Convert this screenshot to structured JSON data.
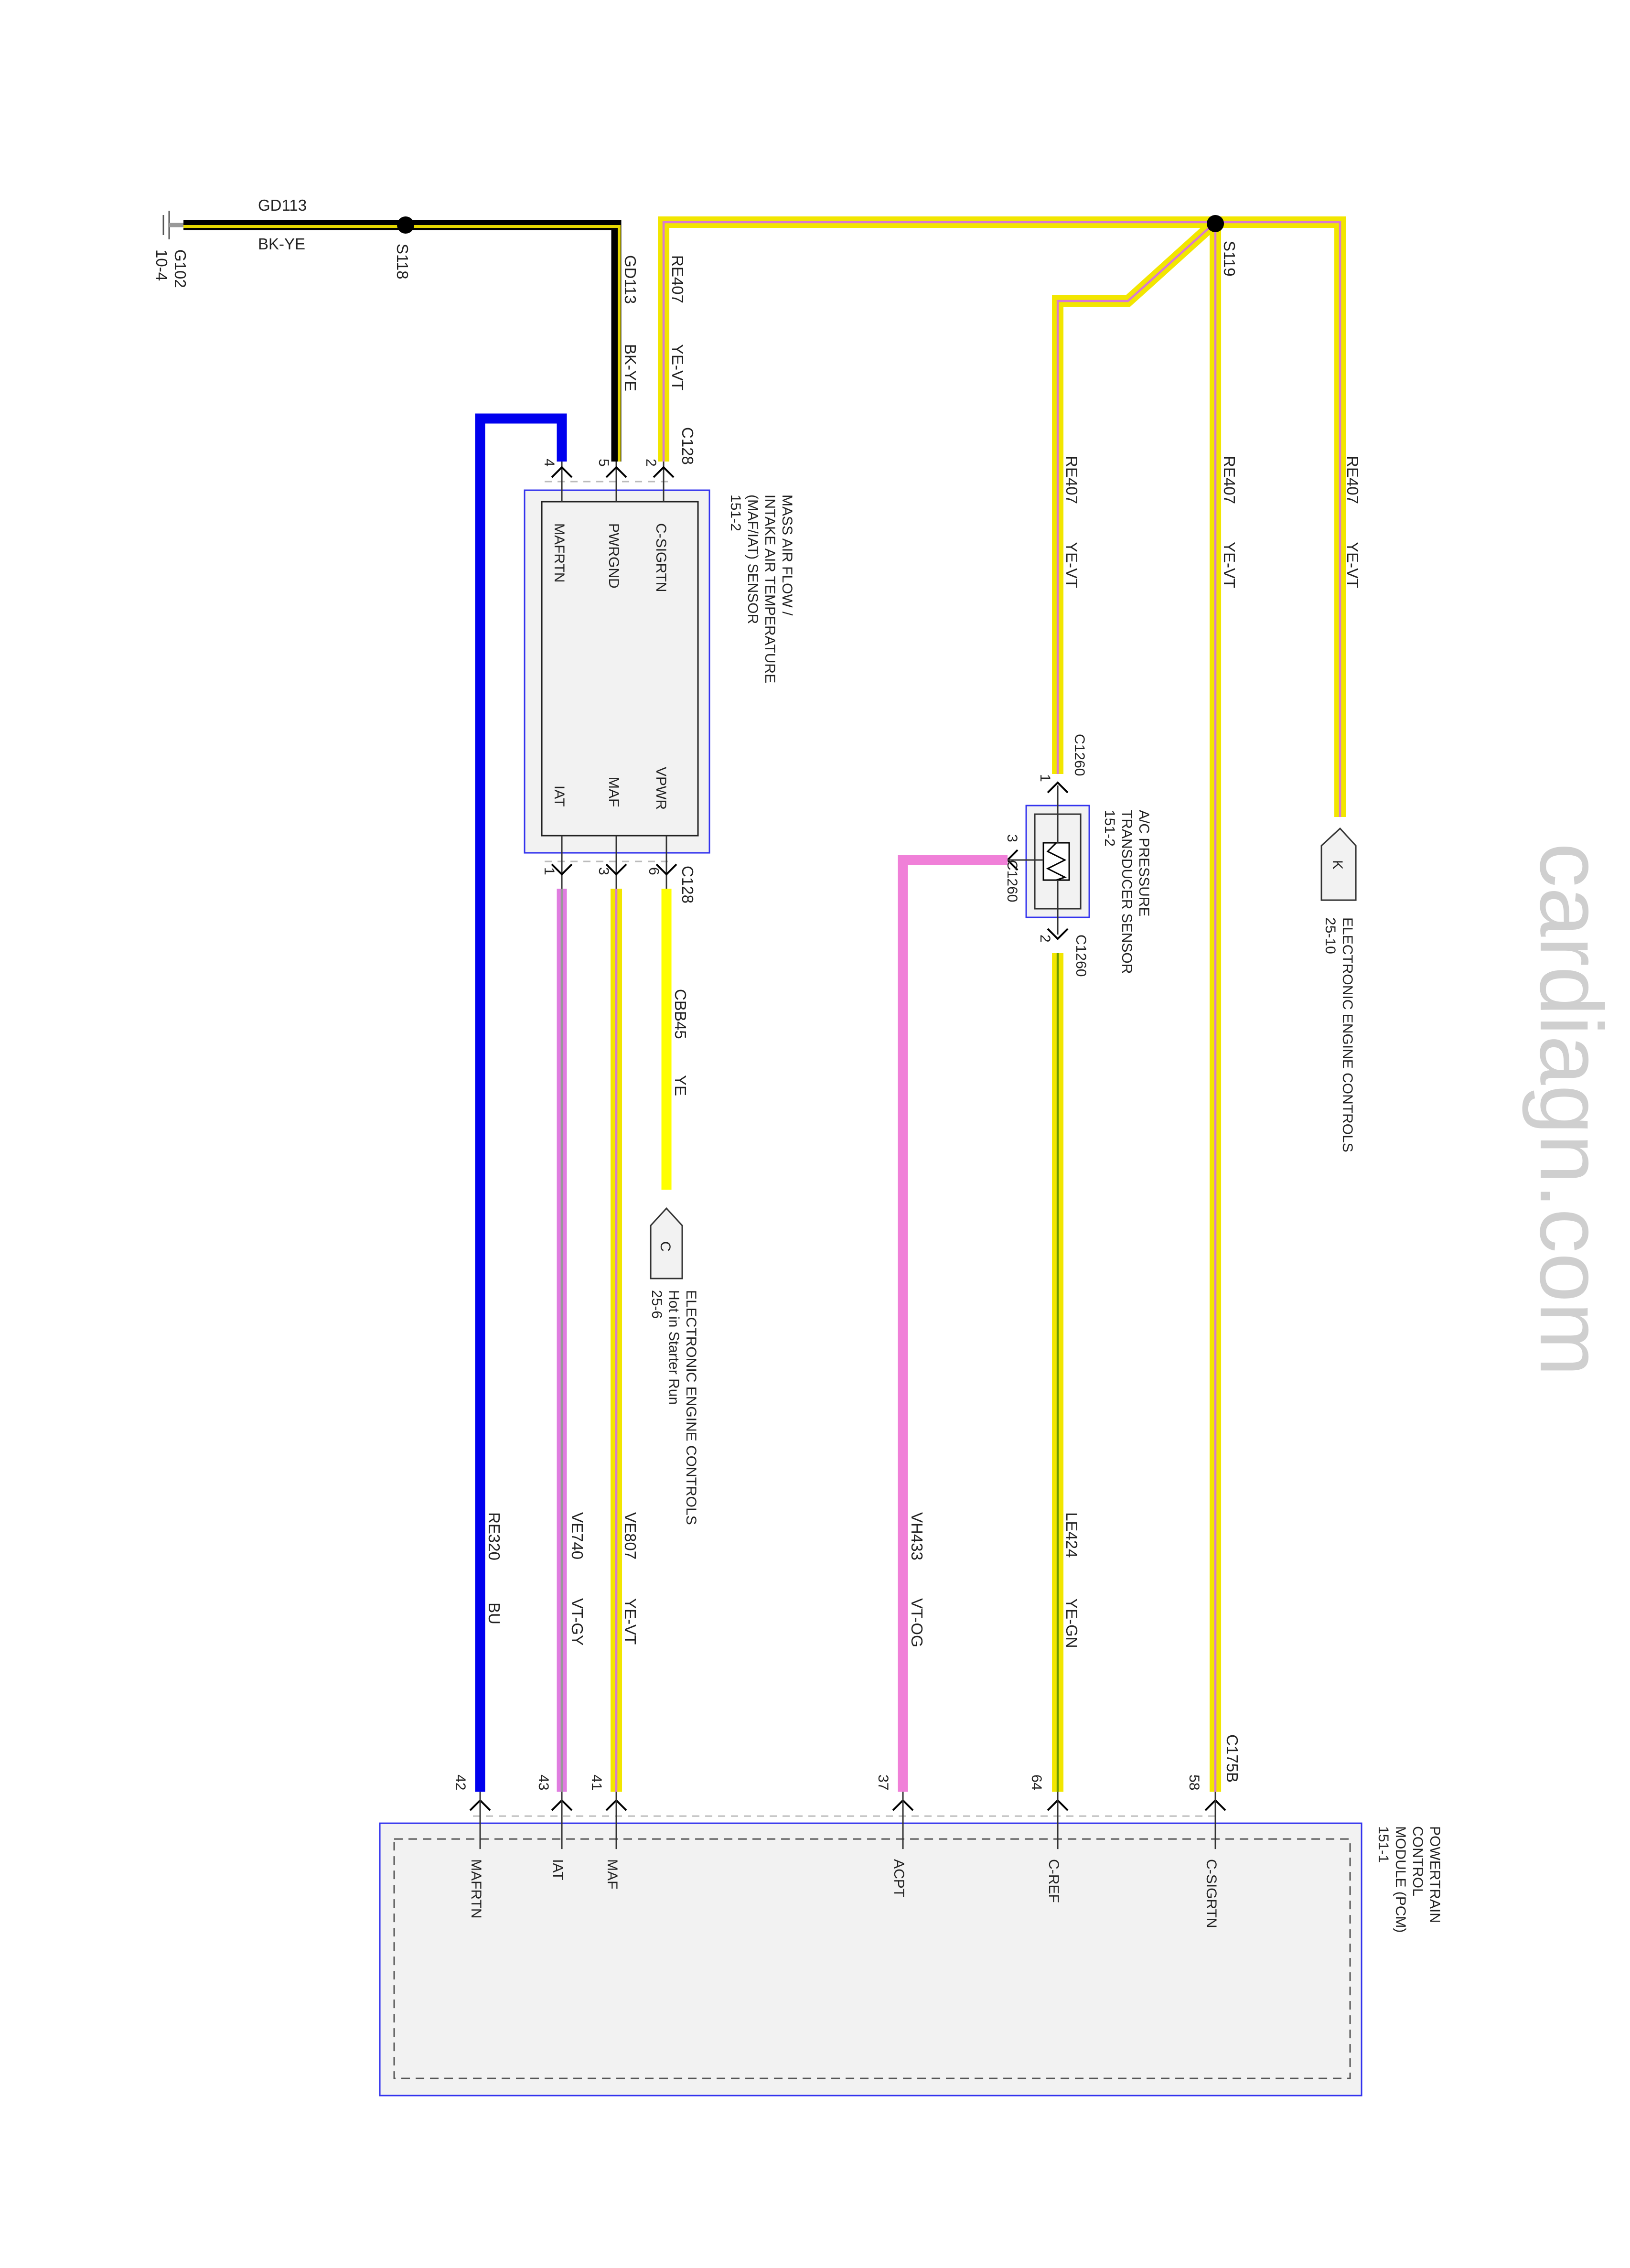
{
  "ground": {
    "name": "G102",
    "ref": "10-4"
  },
  "splices": {
    "s118": "S118",
    "s119": "S119"
  },
  "wires": {
    "gd113_top": {
      "circuit": "GD113",
      "color": "BK-YE"
    },
    "gd113_vert": {
      "circuit": "GD113",
      "color": "BK-YE"
    },
    "re407_maf": {
      "circuit": "RE407",
      "color": "YE-VT"
    },
    "re407_ac": {
      "circuit": "RE407",
      "color": "YE-VT"
    },
    "re407_pcm": {
      "circuit": "RE407",
      "color": "YE-VT"
    },
    "re407_k": {
      "circuit": "RE407",
      "color": "YE-VT"
    },
    "cbb45": {
      "circuit": "CBB45",
      "color": "YE"
    },
    "re320": {
      "circuit": "RE320",
      "color": "BU"
    },
    "ve740": {
      "circuit": "VE740",
      "color": "VT-GY"
    },
    "ve807": {
      "circuit": "VE807",
      "color": "YE-VT"
    },
    "vh433": {
      "circuit": "VH433",
      "color": "VT-OG"
    },
    "le424": {
      "circuit": "LE424",
      "color": "YE-GN"
    }
  },
  "maf_sensor": {
    "title": [
      "MASS AIR FLOW /",
      "INTAKE AIR TEMPERATURE",
      "(MAF/IAT) SENSOR",
      "151-2"
    ],
    "connector_top": "C128",
    "connector_bottom": "C128",
    "pins_top": [
      {
        "num": "4",
        "name": "MAFRTN"
      },
      {
        "num": "5",
        "name": "PWRGND"
      },
      {
        "num": "2",
        "name": "C-SIGRTN"
      }
    ],
    "pins_bottom": [
      {
        "num": "1",
        "name": "IAT"
      },
      {
        "num": "3",
        "name": "MAF"
      },
      {
        "num": "6",
        "name": "VPWR"
      }
    ]
  },
  "ac_sensor": {
    "title": [
      "A/C PRESSURE",
      "TRANSDUCER SENSOR",
      "151-2"
    ],
    "pin1": "1",
    "pin2": "2",
    "pin3": "3",
    "conn1": "C1260",
    "conn2": "C1260",
    "conn3": "C1260"
  },
  "ref_k": {
    "letter": "K",
    "text": "ELECTRONIC ENGINE CONTROLS",
    "page": "25-10"
  },
  "ref_c": {
    "letter": "C",
    "text": "ELECTRONIC ENGINE CONTROLS",
    "note": "Hot in Starter Run",
    "page": "25-6"
  },
  "pcm": {
    "title": [
      "POWERTRAIN",
      "CONTROL",
      "MODULE (PCM)",
      "151-1"
    ],
    "connector": "C175B",
    "pins": [
      {
        "num": "42",
        "name": "MAFRTN"
      },
      {
        "num": "43",
        "name": "IAT"
      },
      {
        "num": "41",
        "name": "MAF"
      },
      {
        "num": "37",
        "name": "ACPT"
      },
      {
        "num": "64",
        "name": "C-REF"
      },
      {
        "num": "58",
        "name": "C-SIGRTN"
      }
    ]
  },
  "watermark": "cardiagn.com",
  "colors": {
    "yellow": "#f2e600",
    "violet": "#e07de0",
    "blue": "#0000ee",
    "black": "#000000",
    "pink": "#f080d8",
    "green": "#8fb000"
  }
}
